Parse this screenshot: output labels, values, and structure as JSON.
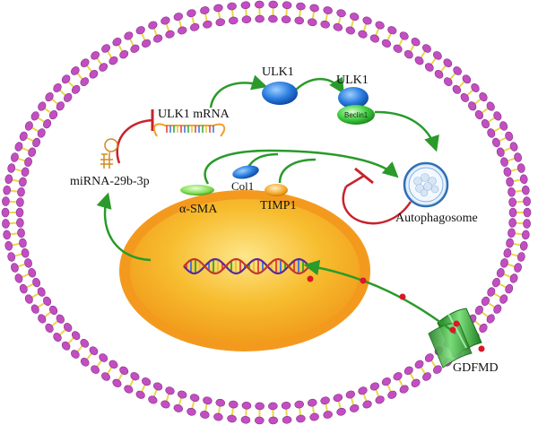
{
  "labels": {
    "ulk1_mrna": "ULK1 mRNA",
    "ulk1_top": "ULK1",
    "ulk1_complex": "ULK1",
    "beclin1": "Beclin1",
    "mirna": "miRNA-29b-3p",
    "col1": "Col1",
    "alpha_sma": "α-SMA",
    "timp1": "TIMP1",
    "autophagosome": "Autophagosome",
    "gdfmd": "GDFMD"
  },
  "colors": {
    "membrane_head": "#c24fc2",
    "membrane_tail": "#e8d84a",
    "nucleus_outer": "#f39a1e",
    "nucleus_inner": "#f6b52a",
    "activation_arrow": "#2a9a2a",
    "inhibition": "#c8232c",
    "ulk1_blue": "#2a7de0",
    "beclin_green": "#3fcf3f",
    "sma_green": "#7fdc4e",
    "timp_orange": "#f5a623",
    "channel_green": "#3aa83a",
    "drug_dot": "#d8192a"
  },
  "icons": {
    "mrna": "mrna-strand-icon",
    "mirna": "mirna-hairpin-icon",
    "dna": "dna-helix-icon",
    "autophagosome": "autophagosome-vesicle-icon",
    "channel": "membrane-channel-icon"
  }
}
